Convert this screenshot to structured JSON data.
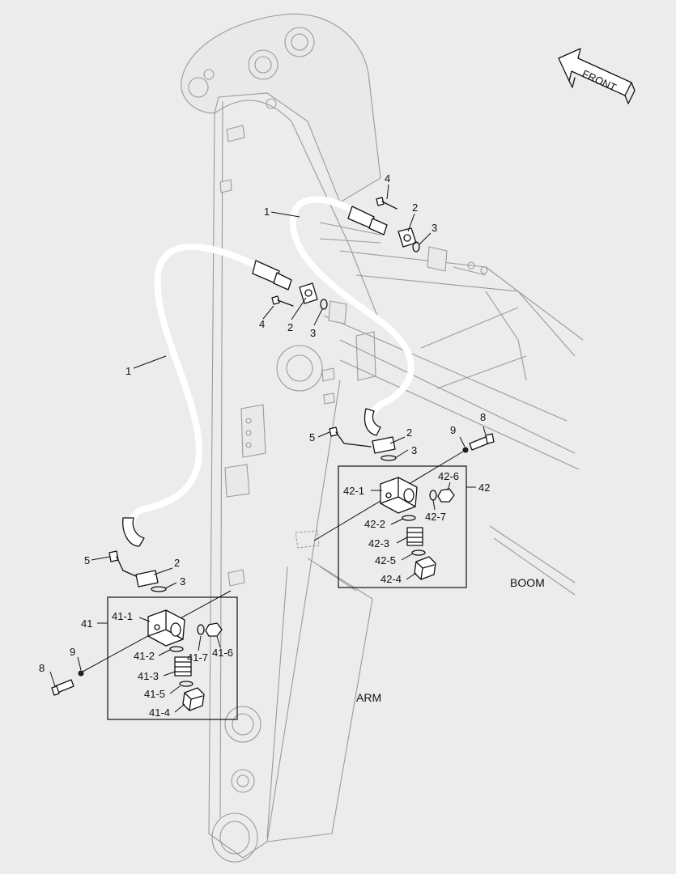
{
  "direction": "FRONT",
  "regions": {
    "arm": "ARM",
    "boom": "BOOM"
  },
  "callouts": {
    "hose_upper": "1",
    "hose_lower": "1",
    "flange_a": "2",
    "flange_b": "2",
    "flange_c": "2",
    "flange_d": "2",
    "oring_a": "3",
    "oring_b": "3",
    "oring_c": "3",
    "oring_d": "3",
    "bolt_a": "4",
    "bolt_b": "4",
    "bolt_c": "5",
    "bolt_d": "5",
    "bolt_e": "8",
    "bolt_f": "8",
    "washer_a": "9",
    "washer_b": "9",
    "assy_41": "41",
    "p41_1": "41-1",
    "p41_2": "41-2",
    "p41_3": "41-3",
    "p41_4": "41-4",
    "p41_5": "41-5",
    "p41_6": "41-6",
    "p41_7": "41-7",
    "assy_42": "42",
    "p42_1": "42-1",
    "p42_2": "42-2",
    "p42_3": "42-3",
    "p42_4": "42-4",
    "p42_5": "42-5",
    "p42_6": "42-6",
    "p42_7": "42-7"
  }
}
